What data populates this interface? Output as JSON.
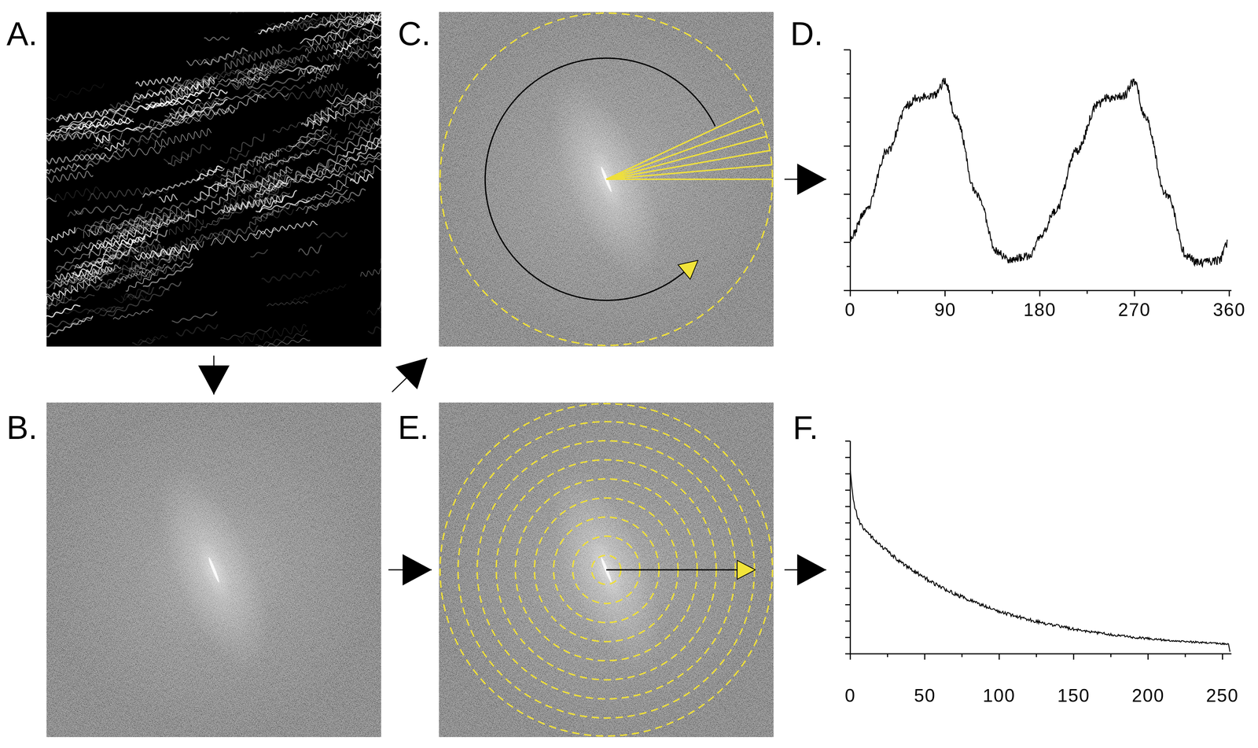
{
  "diagram": {
    "nodes": [
      {
        "text": [
          "A."
        ]
      },
      {
        "text": [
          "C."
        ]
      },
      {
        "text": [
          "D."
        ]
      },
      {
        "text": [
          "B."
        ]
      },
      {
        "text": [
          "E."
        ]
      },
      {
        "text": [
          "F."
        ]
      }
    ],
    "edges": [
      {
        "from": 0,
        "to": 3,
        "arrow": "to"
      },
      {
        "from": 3,
        "to": 1,
        "arrow": "to"
      },
      {
        "from": 1,
        "to": 2,
        "arrow": "to"
      },
      {
        "from": 3,
        "to": 4,
        "arrow": "to"
      },
      {
        "from": 4,
        "to": 5,
        "arrow": "to"
      }
    ],
    "labels": [
      "0",
      "90",
      "180",
      "270",
      "360",
      "0",
      "50",
      "100",
      "150",
      "200",
      "250"
    ]
  }
}
